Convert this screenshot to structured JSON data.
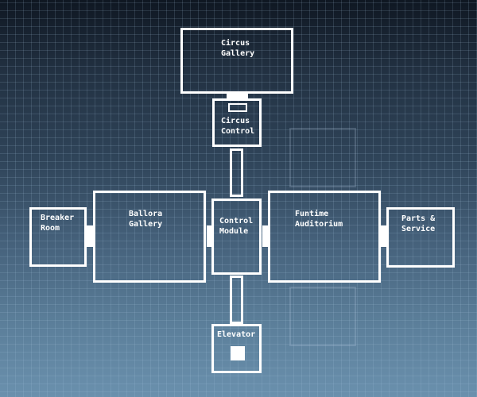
{
  "map": {
    "title": "Facility Map",
    "rooms": [
      {
        "id": "circus-gallery",
        "label": "Circus\nGallery"
      },
      {
        "id": "circus-control",
        "label": "Circus\nControl"
      },
      {
        "id": "breaker-room",
        "label": "Breaker\nRoom"
      },
      {
        "id": "ballora-gallery",
        "label": "Ballora\nGallery"
      },
      {
        "id": "control-module",
        "label": "Control\nModule"
      },
      {
        "id": "funtime-auditorium",
        "label": "Funtime\nAuditorium"
      },
      {
        "id": "parts-service",
        "label": "Parts &\nService"
      },
      {
        "id": "elevator",
        "label": "Elevator"
      }
    ],
    "colors": {
      "line": "#ffffff",
      "background_top": "#0f1722",
      "background_bottom": "#6a90ad",
      "ghost_line": "#8fa8bf"
    }
  }
}
